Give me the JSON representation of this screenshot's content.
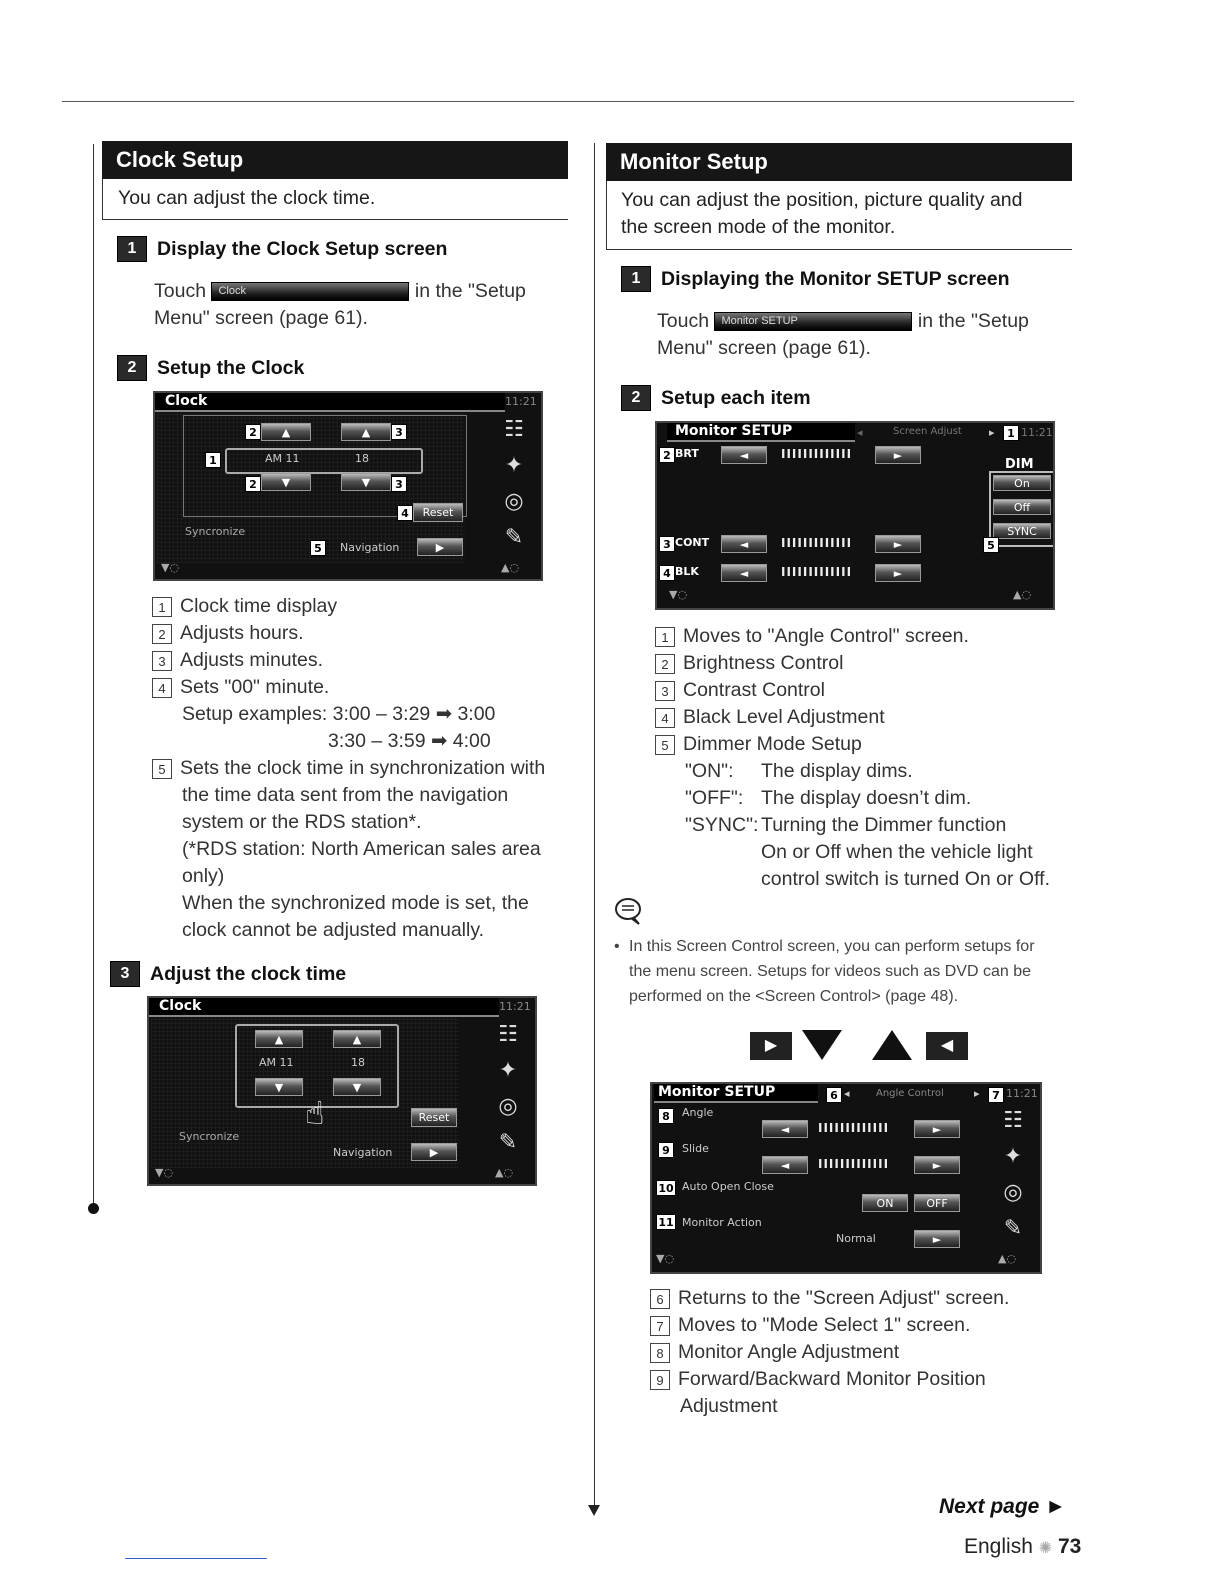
{
  "clock": {
    "title": "Clock Setup",
    "intro": "You can adjust the clock time.",
    "step1": {
      "num": "1",
      "heading": "Display the Clock Setup screen",
      "touch": "Touch",
      "button": "Clock",
      "rest1": "in the \"Setup",
      "rest2": "Menu\" screen (page 61)."
    },
    "step2": {
      "num": "2",
      "heading": "Setup the Clock"
    },
    "screen1": {
      "title": "Clock",
      "time": "11:21",
      "am": "AM 11",
      "min": "18",
      "reset": "Reset",
      "sync": "Syncronize",
      "nav": "Navigation"
    },
    "items": [
      {
        "n": "1",
        "text": "Clock time display"
      },
      {
        "n": "2",
        "text": "Adjusts hours."
      },
      {
        "n": "3",
        "text": "Adjusts minutes."
      },
      {
        "n": "4",
        "text": "Sets \"00\" minute."
      }
    ],
    "setup_ex_label": "Setup examples: 3:00 – 3:29",
    "setup_ex_res1": "3:00",
    "setup_ex_line2": "3:30 – 3:59",
    "setup_ex_res2": "4:00",
    "item5": {
      "n": "5",
      "l1": "Sets the clock time in synchronization with",
      "l2": "the time data sent from the navigation",
      "l3": "system or the RDS station*.",
      "l4": "(*RDS station: North American sales area",
      "l5": "only)",
      "l6": "When the synchronized mode is set, the",
      "l7": "clock cannot be adjusted manually."
    },
    "step3": {
      "num": "3",
      "heading": "Adjust the clock time"
    },
    "screen2": {
      "title": "Clock",
      "time": "11:21",
      "am": "AM 11",
      "min": "18",
      "reset": "Reset",
      "sync": "Syncronize",
      "nav": "Navigation"
    }
  },
  "monitor": {
    "title": "Monitor Setup",
    "intro1": "You can adjust the position, picture quality and",
    "intro2": "the screen mode of the monitor.",
    "step1": {
      "num": "1",
      "heading": "Displaying the Monitor SETUP screen",
      "touch": "Touch",
      "button": "Monitor SETUP",
      "rest1": "in the \"Setup",
      "rest2": "Menu\" screen (page 61)."
    },
    "step2": {
      "num": "2",
      "heading": "Setup each item"
    },
    "screen1": {
      "title": "Monitor SETUP",
      "nav_label": "Screen Adjust",
      "time": "11:21",
      "brt": "BRT",
      "cont": "CONT",
      "blk": "BLK",
      "dim": "DIM",
      "on": "On",
      "off": "Off",
      "sync": "SYNC"
    },
    "items": [
      {
        "n": "1",
        "text": "Moves to \"Angle Control\" screen."
      },
      {
        "n": "2",
        "text": "Brightness Control"
      },
      {
        "n": "3",
        "text": "Contrast Control"
      },
      {
        "n": "4",
        "text": "Black Level Adjustment"
      },
      {
        "n": "5",
        "text": "Dimmer Mode Setup"
      }
    ],
    "dimmer": [
      {
        "k": "\"ON\":",
        "v": "The display dims."
      },
      {
        "k": "\"OFF\":",
        "v": "The display doesn’t dim."
      },
      {
        "k": "\"SYNC\":",
        "v": "Turning the Dimmer function"
      }
    ],
    "sync_l2": "On or Off when the vehicle light",
    "sync_l3": "control switch is turned On or Off.",
    "note1": "In this Screen Control screen, you can perform setups for",
    "note2": "the menu screen. Setups for videos such as DVD can be",
    "note3": "performed on the <Screen Control> (page 48).",
    "screen2": {
      "title": "Monitor SETUP",
      "nav_label": "Angle Control",
      "time": "11:21",
      "angle": "Angle",
      "slide": "Slide",
      "auto": "Auto Open Close",
      "action": "Monitor Action",
      "on": "ON",
      "off": "OFF",
      "normal": "Normal"
    },
    "items2": [
      {
        "n": "6",
        "text": "Returns to the \"Screen Adjust\" screen."
      },
      {
        "n": "7",
        "text": "Moves to \"Mode Select 1\" screen."
      },
      {
        "n": "8",
        "text": "Monitor Angle Adjustment"
      },
      {
        "n": "9",
        "text": "Forward/Backward Monitor Position"
      }
    ],
    "item9_l2": "Adjustment"
  },
  "footer": {
    "next": "Next page",
    "lang": "English",
    "page": "73"
  }
}
